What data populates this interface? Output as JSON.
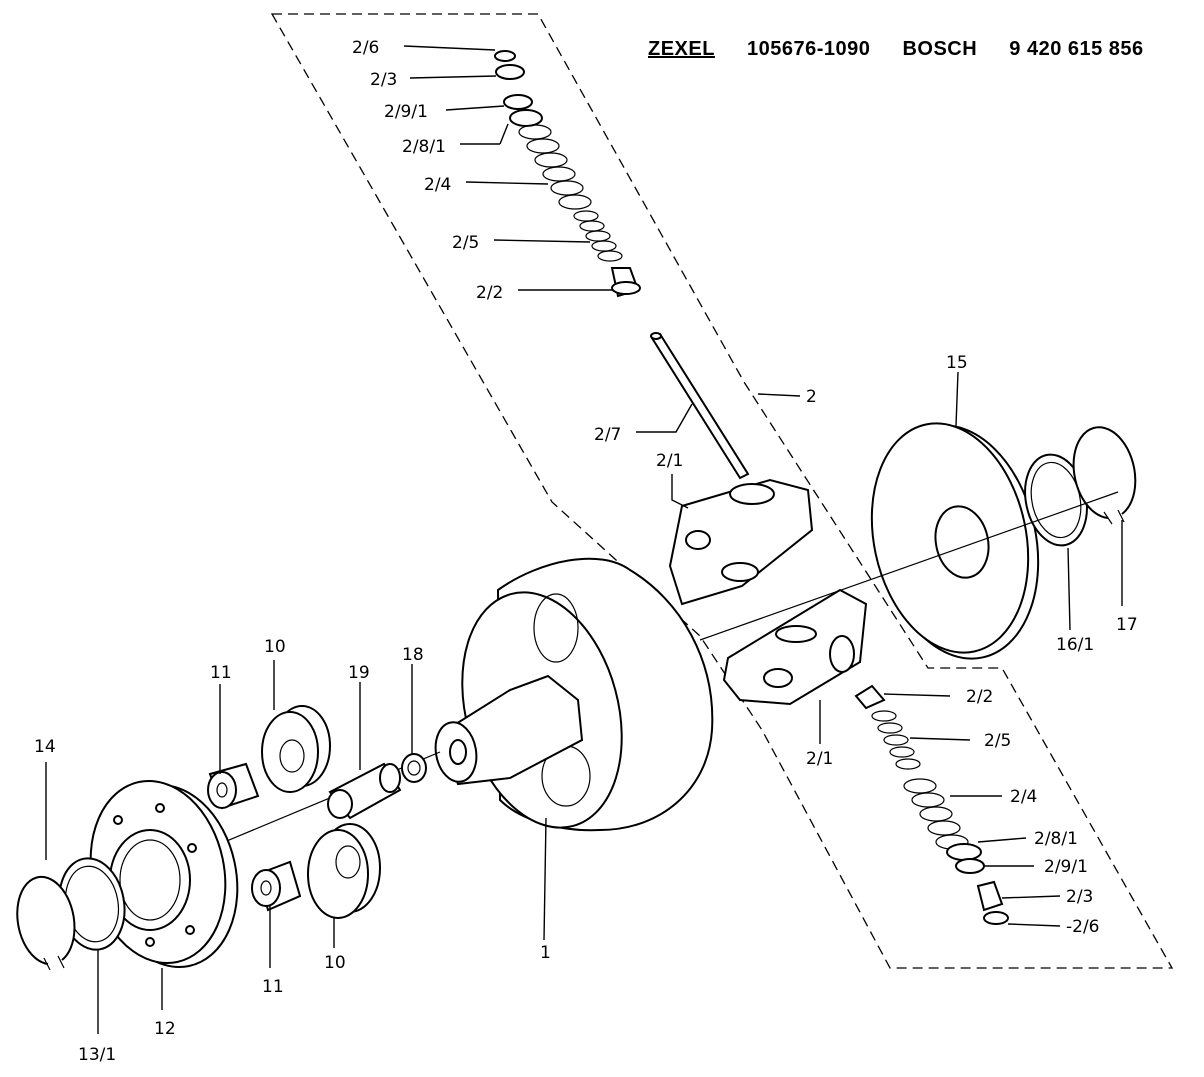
{
  "header": {
    "brand1": "ZEXEL",
    "part_no1": "105676-1090",
    "brand2": "BOSCH",
    "part_no2": "9 420 615 856"
  },
  "labels": {
    "l2_6_top": "2/6",
    "l2_3_top": "2/3",
    "l2_9_1_top": "2/9/1",
    "l2_8_1_top": "2/8/1",
    "l2_4_top": "2/4",
    "l2_5_top": "2/5",
    "l2_2_top": "2/2",
    "l2_7": "2/7",
    "l2": "2",
    "l2_1_top": "2/1",
    "l15": "15",
    "l16_1": "16/1",
    "l17": "17",
    "l2_1_bottom": "2/1",
    "l2_2_bottom": "2/2",
    "l2_5_bottom": "2/5",
    "l2_4_bottom": "2/4",
    "l2_8_1_bottom": "2/8/1",
    "l2_9_1_bottom": "2/9/1",
    "l2_3_bottom": "2/3",
    "l2_6_bottom": "-2/6",
    "l1": "1",
    "l11_top": "11",
    "l10_top": "10",
    "l19": "19",
    "l18": "18",
    "l14": "14",
    "l13_1": "13/1",
    "l12": "12",
    "l11_bottom": "11",
    "l10_bottom": "10"
  }
}
